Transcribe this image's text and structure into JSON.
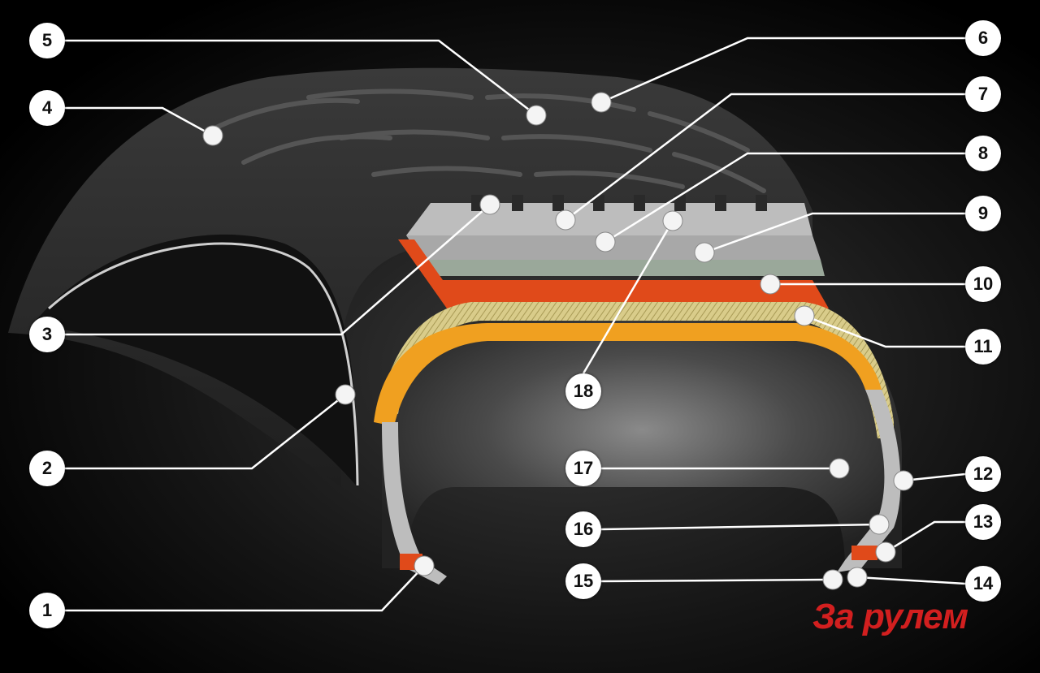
{
  "callouts": [
    "1",
    "2",
    "3",
    "4",
    "5",
    "6",
    "7",
    "8",
    "9",
    "10",
    "11",
    "12",
    "13",
    "14",
    "15",
    "16",
    "17",
    "18"
  ],
  "brand": {
    "text": "За рулем",
    "color": "#d21f1f"
  },
  "colors": {
    "background": "#000000",
    "tire_rubber": "#2a2a2a",
    "tread_gray": "#bdbdbd",
    "breaker_red": "#e04a1a",
    "cord_yellow": "#cfc07a",
    "liner_orange": "#f0a020",
    "leader_line": "#ffffff"
  }
}
